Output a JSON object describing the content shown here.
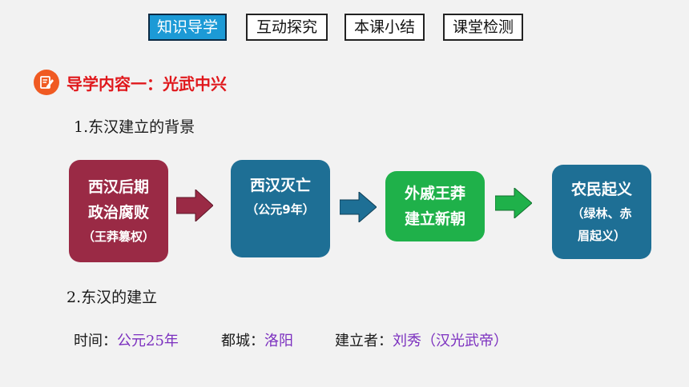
{
  "nav": {
    "tabs": [
      {
        "label": "知识导学",
        "active": true
      },
      {
        "label": "互动探究",
        "active": false
      },
      {
        "label": "本课小结",
        "active": false
      },
      {
        "label": "课堂检测",
        "active": false
      }
    ],
    "active_color": "#1c9ad6"
  },
  "section": {
    "icon": "pencil-note-icon",
    "title": "导学内容一：光武中兴"
  },
  "part1": {
    "heading": "1.东汉建立的背景",
    "boxes": [
      {
        "line1": "西汉后期",
        "line2": "政治腐败",
        "note": "（王莽篡权）",
        "color": "#9a2a45"
      },
      {
        "line1": "西汉灭亡",
        "note": "（公元9年）",
        "color": "#1e6f95"
      },
      {
        "line1": "外戚王莽",
        "line2": "建立新朝",
        "color": "#1fb14a"
      },
      {
        "line1": "农民起义",
        "note": "（绿林、赤",
        "note2": "眉起义）",
        "color": "#1e6f95"
      }
    ],
    "arrow_colors": [
      "#9a2a45",
      "#1e6f95",
      "#1fb14a"
    ]
  },
  "part2": {
    "heading": "2.东汉的建立",
    "items": [
      {
        "label": "时间：",
        "value": "公元25年"
      },
      {
        "label": "都城：",
        "value": "洛阳"
      },
      {
        "label": "建立者：",
        "value": "刘秀（汉光武帝）"
      }
    ]
  }
}
